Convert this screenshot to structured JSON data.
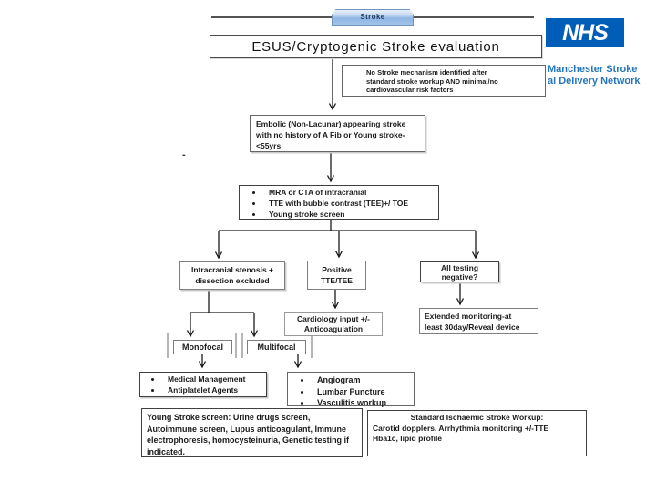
{
  "colors": {
    "nhs_blue": "#005EB8",
    "org_text": "#2577BD",
    "tab_text": "#1F3A63",
    "line_color": "#1A1A1A"
  },
  "header": {
    "tab_label": "Stroke",
    "title": "ESUS/Cryptogenic Stroke evaluation",
    "nhs_logo_text": "NHS",
    "org_line1": "Manchester Stroke",
    "org_line2": "al Delivery Network"
  },
  "flow": {
    "no_mechanism_lines": [
      "No Stroke mechanism identified after",
      "standard stroke workup AND minimal/no",
      "cardiovascular risk factors"
    ],
    "embolic_lines": [
      "Embolic (Non-Lacunar) appearing stroke",
      "with no history of A Fib or Young stroke-",
      "<55yrs"
    ],
    "stray_dash": "-",
    "workup_bullets": [
      "MRA or CTA of intracranial",
      "TTE with bubble contrast (TEE)+/ TOE",
      "Young stroke screen"
    ],
    "intracranial_lines": [
      "Intracranial stenosis +",
      "dissection excluded"
    ],
    "positive_lines": [
      "Positive",
      "TTE/TEE"
    ],
    "negative_lines": [
      "All testing",
      "negative?"
    ],
    "cardiology_lines": [
      "Cardiology input +/-",
      "Anticoagulation"
    ],
    "extended_lines": [
      "Extended monitoring-at",
      "least 30day/Reveal device"
    ],
    "monofocal_label": "Monofocal",
    "multifocal_label": "Multifocal",
    "medical_bullets": [
      "Medical Management",
      "Antiplatelet Agents"
    ],
    "angiogram_bullets": [
      "Angiogram",
      "Lumbar Puncture",
      "Vasculitis workup"
    ],
    "young_screen_text": "Young Stroke screen: Urine drugs screen, Autoimmune screen, Lupus anticoagulant, Immune electrophoresis, homocysteinuria, Genetic testing if indicated.",
    "standard_title": "Standard Ischaemic Stroke Workup:",
    "standard_lines": [
      "Carotid dopplers, Arrhythmia monitoring +/-TTE",
      "Hba1c,  lipid profile"
    ]
  }
}
